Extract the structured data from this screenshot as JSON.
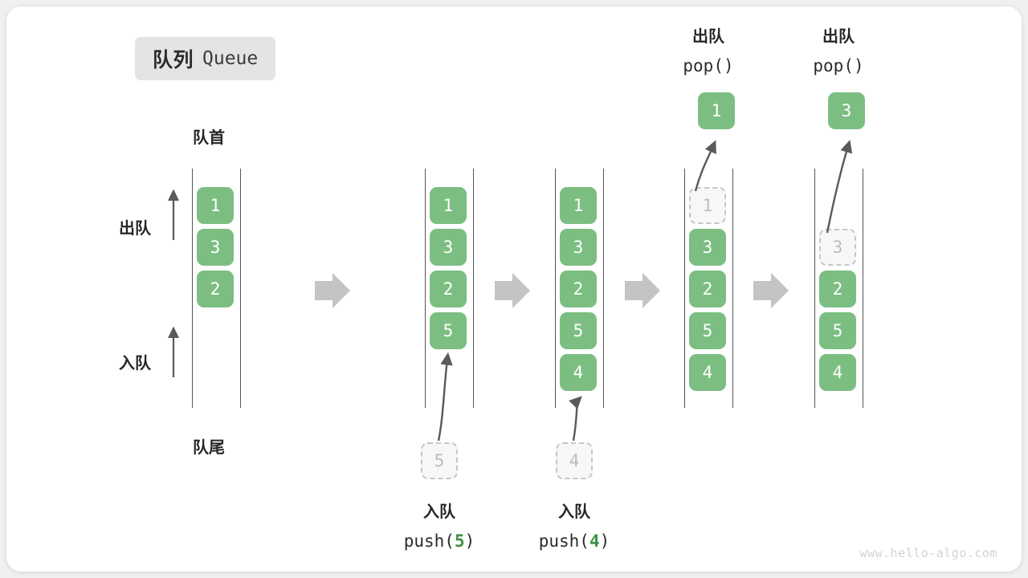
{
  "diagram": {
    "title_cn": "队列",
    "title_en": "Queue",
    "head_label": "队首",
    "tail_label": "队尾",
    "dequeue_label": "出队",
    "enqueue_label": "入队",
    "watermark": "www.hello-algo.com",
    "accent_color": "#7cbe82",
    "ghost_color": "#f7f7f7",
    "arrow_color": "#c4c4c4",
    "stages": [
      {
        "id": "initial",
        "caption_cn": "",
        "caption_code": "",
        "items": [
          {
            "value": "1",
            "state": "filled"
          },
          {
            "value": "3",
            "state": "filled"
          },
          {
            "value": "2",
            "state": "filled"
          }
        ]
      },
      {
        "id": "push-5",
        "caption_cn": "入队",
        "caption_code_prefix": "push(",
        "caption_code_arg": "5",
        "caption_code_suffix": ")",
        "incoming_value": "5",
        "items": [
          {
            "value": "1",
            "state": "filled"
          },
          {
            "value": "3",
            "state": "filled"
          },
          {
            "value": "2",
            "state": "filled"
          },
          {
            "value": "5",
            "state": "filled"
          }
        ]
      },
      {
        "id": "push-4",
        "caption_cn": "入队",
        "caption_code_prefix": "push(",
        "caption_code_arg": "4",
        "caption_code_suffix": ")",
        "incoming_value": "4",
        "items": [
          {
            "value": "1",
            "state": "filled"
          },
          {
            "value": "3",
            "state": "filled"
          },
          {
            "value": "2",
            "state": "filled"
          },
          {
            "value": "5",
            "state": "filled"
          },
          {
            "value": "4",
            "state": "filled"
          }
        ]
      },
      {
        "id": "pop-1",
        "header_cn": "出队",
        "header_code": "pop()",
        "popped_value": "1",
        "items": [
          {
            "value": "1",
            "state": "ghost"
          },
          {
            "value": "3",
            "state": "filled"
          },
          {
            "value": "2",
            "state": "filled"
          },
          {
            "value": "5",
            "state": "filled"
          },
          {
            "value": "4",
            "state": "filled"
          }
        ]
      },
      {
        "id": "pop-3",
        "header_cn": "出队",
        "header_code": "pop()",
        "popped_value": "3",
        "items": [
          {
            "value": "",
            "state": "empty"
          },
          {
            "value": "3",
            "state": "ghost"
          },
          {
            "value": "2",
            "state": "filled"
          },
          {
            "value": "5",
            "state": "filled"
          },
          {
            "value": "4",
            "state": "filled"
          }
        ]
      }
    ]
  }
}
